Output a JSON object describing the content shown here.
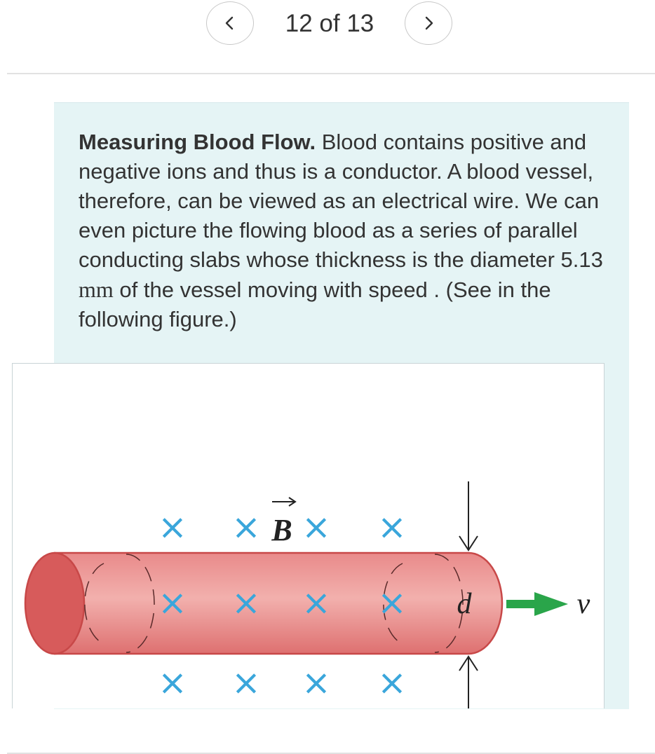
{
  "pager": {
    "label": "12 of 13",
    "prev_icon": "chevron-left-icon",
    "next_icon": "chevron-right-icon"
  },
  "problem": {
    "lead": "Measuring Blood Flow.",
    "text_before_value": " Blood contains positive and negative ions and thus is a conductor. A blood vessel, therefore, can be viewed as an electrical wire. We can even picture the flowing blood as a series of parallel conducting slabs whose thickness is the diameter ",
    "diameter_value": "5.13",
    "diameter_unit": "mm",
    "text_after_value": " of the vessel moving with speed . (See in the following figure.)"
  },
  "figure": {
    "field_label": "B",
    "diameter_label": "d",
    "velocity_label": "v",
    "field_marker": "×",
    "colors": {
      "vessel_fill": "#e57e7e",
      "vessel_end": "#d75b5b",
      "vessel_outline": "#c84848",
      "field_marker": "#3aa6db",
      "velocity_arrow": "#2aa54a",
      "panel_bg": "#e5f4f5"
    }
  }
}
